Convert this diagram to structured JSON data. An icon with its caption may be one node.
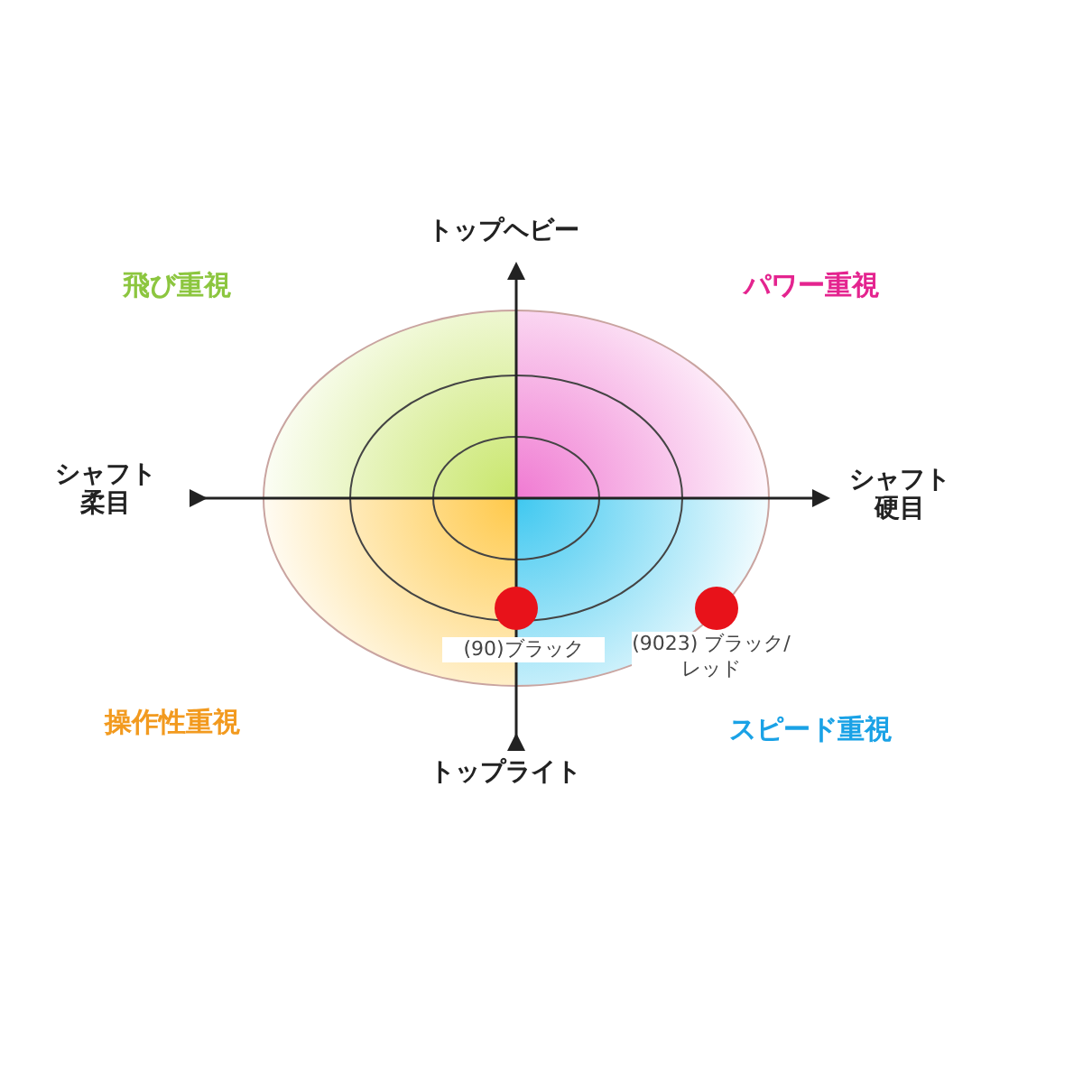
{
  "diagram": {
    "nodes": [
      {
        "text": [],
        "shape": "circle",
        "beside": [
          "(90)ブラック"
        ]
      },
      {
        "text": [],
        "shape": "circle",
        "beside": [
          "(9023) ブラック/レッド"
        ]
      }
    ],
    "labels": [
      "トップヘビー",
      "飛び重視",
      "パワー重視",
      "シャフト柔目",
      "シャフト硬目",
      "操作性重視",
      "スピード重視",
      "トップライト"
    ]
  }
}
